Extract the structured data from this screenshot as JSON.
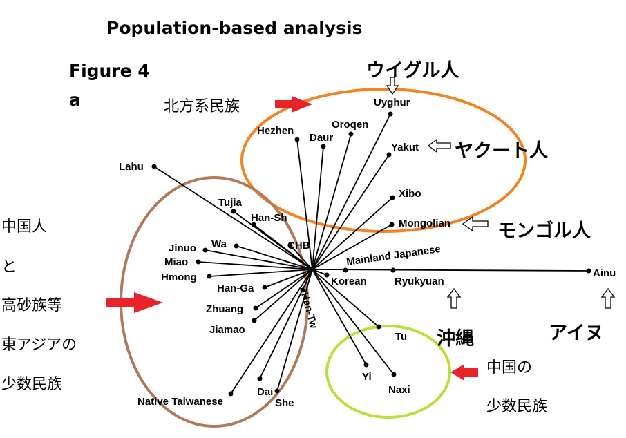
{
  "title": "Population-based analysis",
  "figure": "Figure 4",
  "panel": "a",
  "tree_labels": {
    "uyghur": "Uyghur",
    "hezhen": "Hezhen",
    "daur": "Daur",
    "oroqen": "Oroqen",
    "yakut": "Yakut",
    "xibo": "Xibo",
    "mongolian": "Mongolian",
    "lahu": "Lahu",
    "tujia": "Tujia",
    "han_sh": "Han-Sh",
    "chb": "CHB",
    "jinuo": "Jinuo",
    "wa": "Wa",
    "miao": "Miao",
    "hmong": "Hmong",
    "han_ga": "Han-Ga",
    "zhuang": "Zhuang",
    "jiamao": "Jiamao",
    "native_taiwanese": "Native Taiwanese",
    "dai": "Dai",
    "she": "She",
    "han_tw": "Han-Tw",
    "mainland_japanese": "Mainland Japanese",
    "korean": "Korean",
    "ryukyuan": "Ryukyuan",
    "ainu": "Ainu",
    "tu": "Tu",
    "yi": "Yi",
    "naxi": "Naxi"
  },
  "annotations": {
    "northern": "北方系民族",
    "uyghur_jp": "ウイグル人",
    "yakut_jp": "ヤクート人",
    "mongol_jp": "モンゴル人",
    "chinese_1": "中国人",
    "chinese_2": "と",
    "chinese_3": "高砂族等",
    "chinese_4": "東アジアの",
    "chinese_5": "少数民族",
    "okinawa": "沖縄",
    "ainu_jp": "アイヌ",
    "minority_1": "中国の",
    "minority_2": "少数民族"
  },
  "colors": {
    "orange_ellipse": "#f58220",
    "brown_ellipse": "#b07a5a",
    "green_ellipse": "#b7e03a",
    "red_arrow": "#e8232a"
  }
}
